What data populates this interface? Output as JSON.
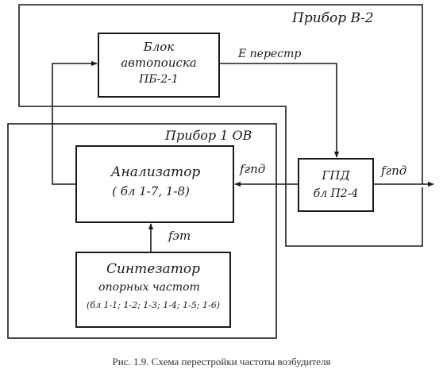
{
  "device_outer": {
    "label": "Прибор В-2"
  },
  "device_inner": {
    "label": "Прибор 1 ОВ"
  },
  "blocks": {
    "autosearch": {
      "line1": "Блок",
      "line2": "автопоиска",
      "line3": "ПБ-2-1"
    },
    "gpd": {
      "line1": "ГПД",
      "line2": "бл П2-4"
    },
    "analyzer": {
      "line1": "Анализатор",
      "line2": "( бл 1-7, 1-8)"
    },
    "synth": {
      "line1": "Синтезатор",
      "line2": "опорных частот",
      "line3": "(бл 1-1; 1-2; 1-3; 1-4; 1-5; 1-6)"
    }
  },
  "signals": {
    "e_tuning": "Е перестр",
    "f_gpd_in": "fгпд",
    "f_gpd_out": "fгпд",
    "f_ref": "fэт"
  },
  "caption": "Рис. 1.9. Схема перестройки частоты возбудителя"
}
